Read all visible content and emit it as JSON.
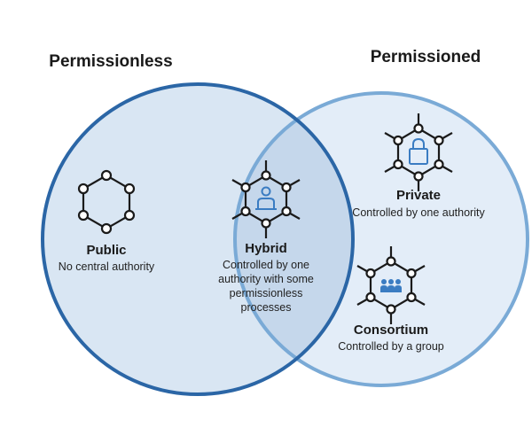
{
  "sets": {
    "left_title": "Permissionless",
    "right_title": "Permissioned"
  },
  "categories": {
    "public": {
      "title": "Public",
      "desc_lines": [
        "No central authority"
      ]
    },
    "hybrid": {
      "title": "Hybrid",
      "desc_lines": [
        "Controlled by one",
        "authority with some",
        "permissionless",
        "processes"
      ]
    },
    "private": {
      "title": "Private",
      "desc_lines": [
        "Controlled by one authority"
      ]
    },
    "consortium": {
      "title": "Consortium",
      "desc_lines": [
        "Controlled by a group"
      ]
    }
  },
  "icons": {
    "public": "hexagon-network-icon",
    "hybrid": "hexagon-network-person-icon",
    "private": "hexagon-network-lock-icon",
    "consortium": "hexagon-network-group-icon"
  },
  "colors": {
    "left_fill": "#d9e6f3",
    "right_fill": "#e3edf8",
    "overlap_fill": "#c5d7eb",
    "left_stroke": "#2b66a6",
    "right_stroke": "#7aaad6",
    "icon_accent": "#3a7cc2",
    "icon_stroke": "#1a1a1a"
  }
}
